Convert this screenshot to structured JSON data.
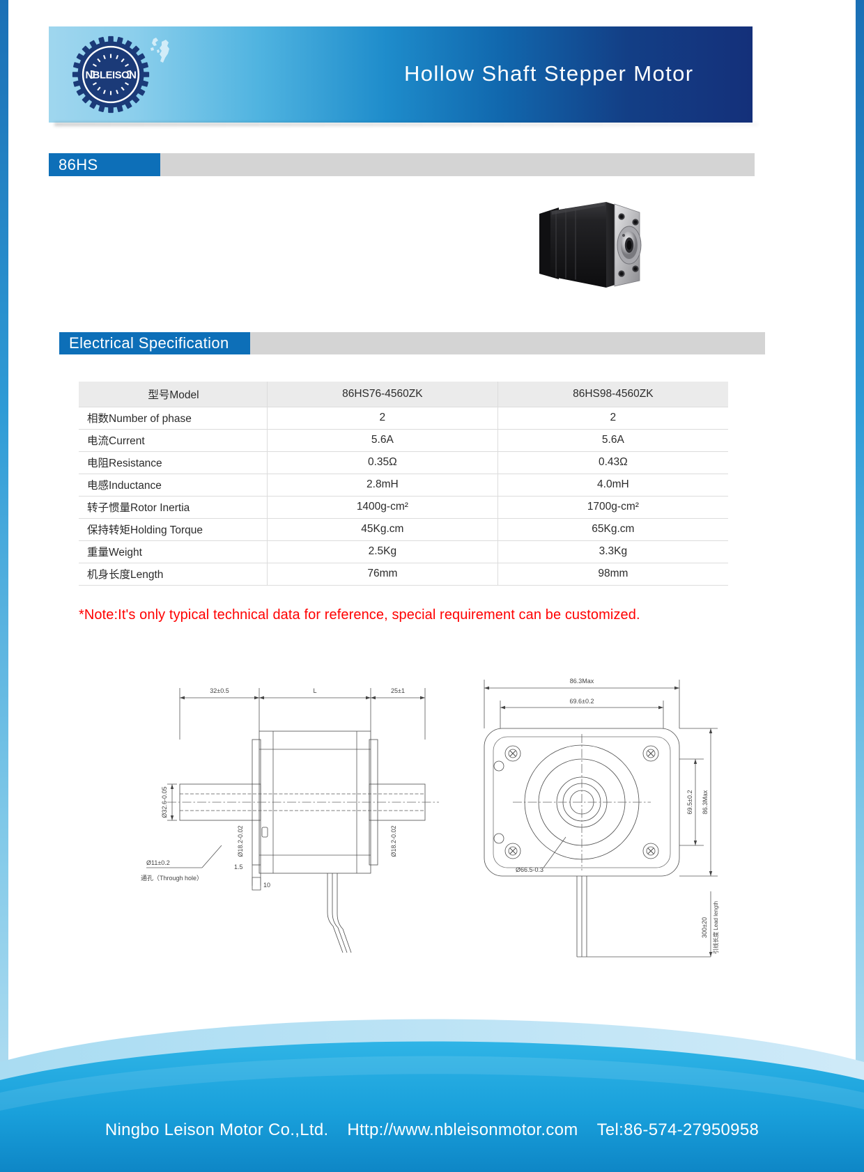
{
  "header": {
    "title": "Hollow Shaft Stepper Motor",
    "logo_text": "NBLEISON",
    "logo_icon": "gear-badge-logo",
    "map_icon": "uk-map-silhouette",
    "gradient_start": "#9fd6ee",
    "gradient_end": "#14307a"
  },
  "sections": {
    "series": {
      "label": "86HS",
      "accent": "#0d6fb8",
      "tail_color": "#d4d4d4"
    },
    "electrical": {
      "label": "Electrical Specification",
      "accent": "#0d6fb8",
      "tail_color": "#d4d4d4"
    }
  },
  "product": {
    "image_name": "hollow-shaft-stepper-motor-photo",
    "body_color": "#1d1d1f",
    "faceplate_color": "#c9c9cb"
  },
  "spec_table": {
    "columns": [
      "型号Model",
      "86HS76-4560ZK",
      "86HS98-4560ZK"
    ],
    "rows": [
      {
        "label": "相数Number of phase",
        "v1": "2",
        "v2": "2"
      },
      {
        "label": "电流Current",
        "v1": "5.6A",
        "v2": "5.6A"
      },
      {
        "label": "电阻Resistance",
        "v1": "0.35Ω",
        "v2": "0.43Ω"
      },
      {
        "label": "电感Inductance",
        "v1": "2.8mH",
        "v2": "4.0mH"
      },
      {
        "label": "转子惯量Rotor Inertia",
        "v1": "1400g-cm²",
        "v2": "1700g-cm²"
      },
      {
        "label": "保持转矩Holding Torque",
        "v1": "45Kg.cm",
        "v2": "65Kg.cm"
      },
      {
        "label": "重量Weight",
        "v1": "2.5Kg",
        "v2": "3.3Kg"
      },
      {
        "label": "机身长度Length",
        "v1": "76mm",
        "v2": "98mm"
      }
    ]
  },
  "note": {
    "text": "*Note:It's only typical technical data for reference, special requirement can be customized.",
    "color": "#ff0000"
  },
  "drawing": {
    "side_view": {
      "dim_front": "32±0.5",
      "dim_body": "L",
      "dim_rear": "25±1",
      "dim_shaft_od": "Ø32.6-0.05",
      "dim_bore_left": "Ø18.2-0.02",
      "dim_bore_right": "Ø18.2-0.02",
      "dim_throughhole": "Ø11±0.2",
      "label_throughhole": "通孔（Through hole）",
      "dim_small1": "1.5",
      "dim_small2": "10"
    },
    "front_view": {
      "dim_outer": "86.3Max",
      "dim_bolt": "69.6±0.2",
      "dim_pilot": "Ø66.5-0.3",
      "dim_height_inner": "69.5±0.2",
      "dim_height_outer": "86.3Max",
      "dim_lead": "300±20",
      "label_lead": "引线长度 Lead length"
    }
  },
  "footer": {
    "company": "Ningbo Leison Motor Co.,Ltd.",
    "website": "Http://www.nbleisonmotor.com",
    "tel": "Tel:86-574-27950958",
    "wave_color": "#1ba3dd"
  }
}
